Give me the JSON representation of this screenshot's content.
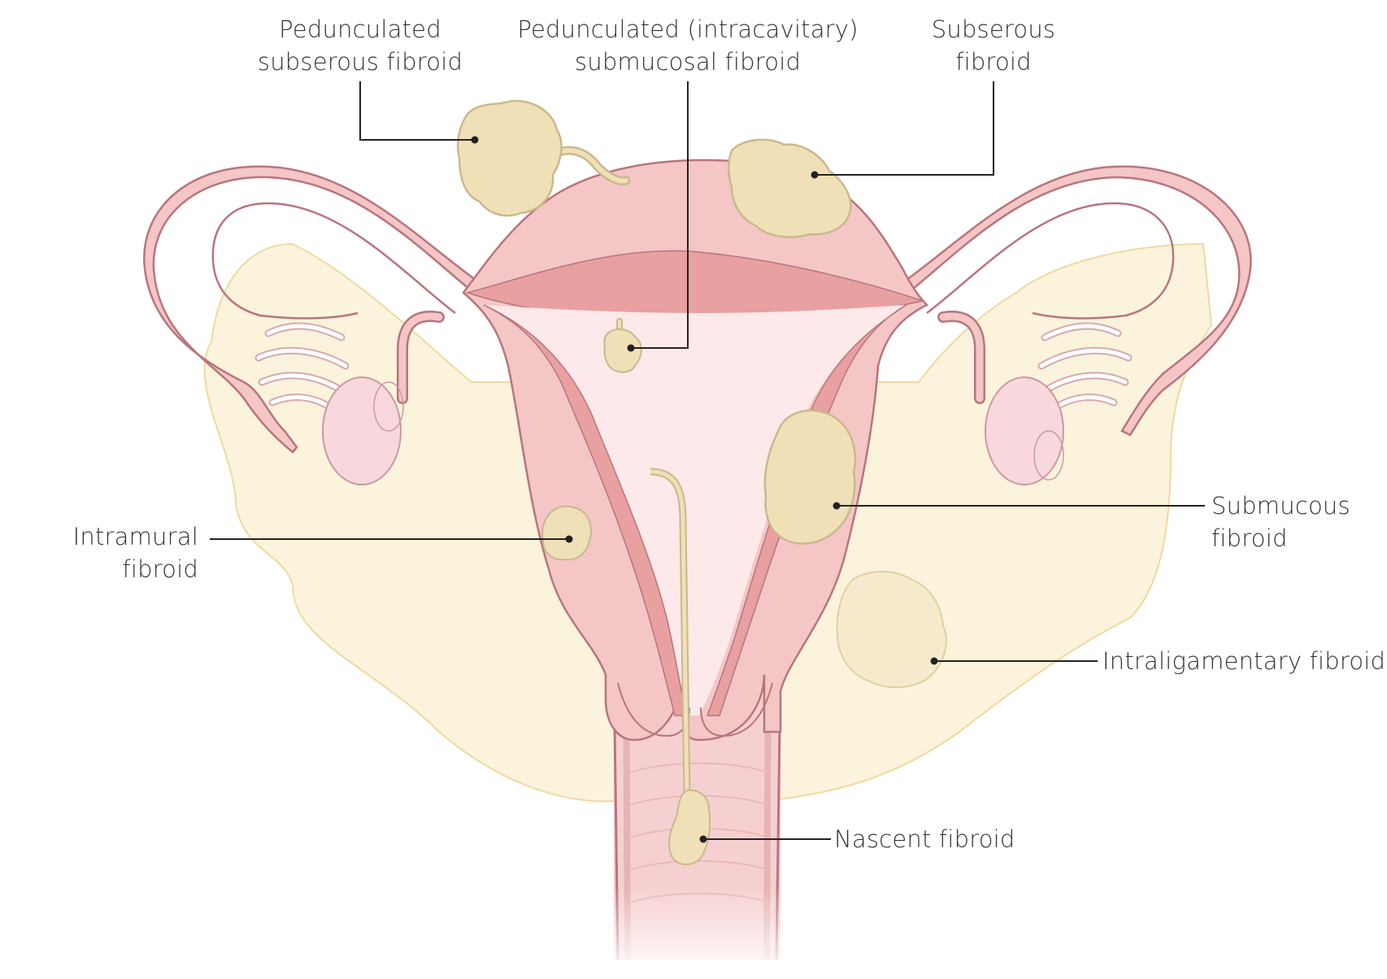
{
  "colors": {
    "uterus_wall": "#f4c6c6",
    "uterus_outline": "#b8757d",
    "endometrium": "#e9a0a0",
    "cavity": "#fde9ea",
    "fibroid_fill": "#efe0b8",
    "fibroid_outline": "#c9b98c",
    "ligament_fill": "#fbf3dc",
    "ligament_outline": "#f0d9a0",
    "ovary_fill": "#f8d8dc",
    "leader_line": "#222222",
    "label_text": "#333333"
  },
  "labels": {
    "pedunculated_subserous": {
      "line1": "Pedunculated",
      "line2": "subserous fibroid"
    },
    "pedunculated_submucosal": {
      "line1": "Pedunculated (intracavitary)",
      "line2": "submucosal fibroid"
    },
    "subserous": {
      "line1": "Subserous",
      "line2": "fibroid"
    },
    "intramural": {
      "line1": "Intramural",
      "line2": "fibroid"
    },
    "submucous": {
      "line1": "Submucous",
      "line2": "fibroid"
    },
    "intraligamentary": {
      "line1": "Intraligamentary fibroid"
    },
    "nascent": {
      "line1": "Nascent fibroid"
    }
  }
}
